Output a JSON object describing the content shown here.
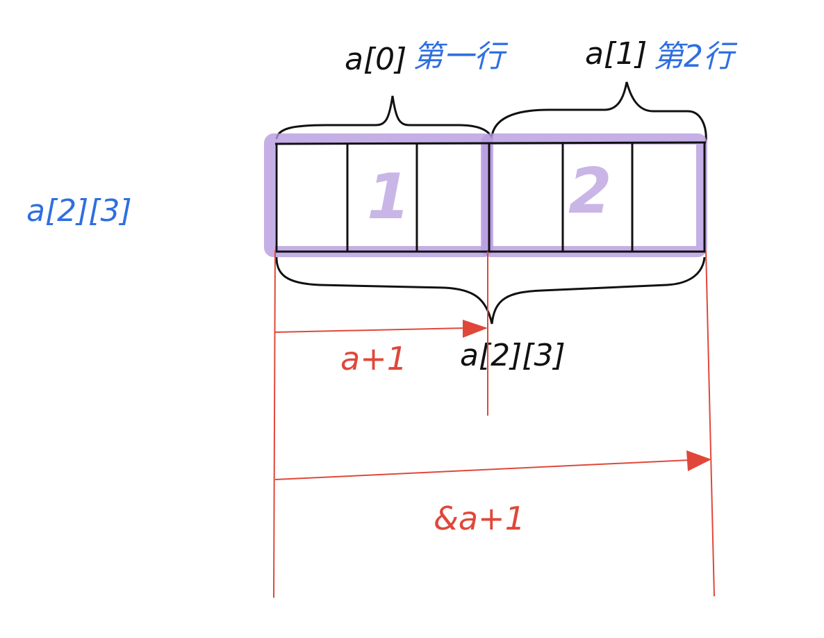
{
  "array_label": "a[2][3]",
  "rows": [
    {
      "label": "a[0]",
      "note": "第一行",
      "number": "1"
    },
    {
      "label": "a[1]",
      "note": "第2行",
      "number": "2"
    }
  ],
  "whole_label": "a[2][3]",
  "arrows": [
    {
      "label": "a+1"
    },
    {
      "label": "&a+1"
    }
  ],
  "colors": {
    "ink": "#111111",
    "blue_note": "#2f6fe0",
    "red_arrow": "#e0473a",
    "purple_highlight": "#b79be0"
  }
}
